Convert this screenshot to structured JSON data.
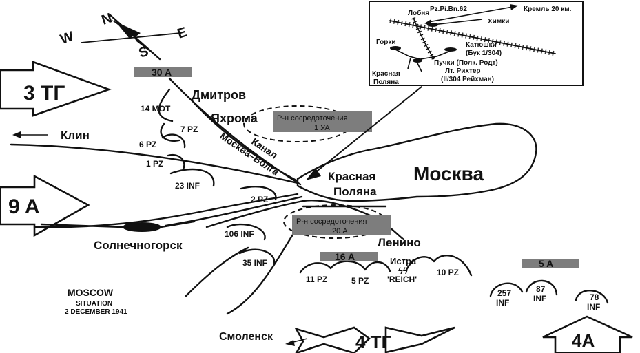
{
  "compass": {
    "n": "N",
    "s": "S",
    "w": "W",
    "e": "E"
  },
  "armies": {
    "a30": "30 A",
    "tg3": "3 ТГ",
    "a9": "9 A",
    "a16": "16 A",
    "a5": "5 A",
    "tg4": "4 ТГ",
    "a4": "4A"
  },
  "concentration": {
    "first_line1": "Р-н сосредоточения",
    "first_line2": "1 УА",
    "second_line1": "Р-н сосредоточения",
    "second_line2": "20 А"
  },
  "places": {
    "dmitrov": "Дмитров",
    "yakhroma": "Яхрома",
    "klin": "Клин",
    "canal_line1": "Канал",
    "canal_line2": "Москва–Волга",
    "krasnaya_line1": "Красная",
    "krasnaya_line2": "Поляна",
    "moskva": "Москва",
    "solnechnogorsk": "Солнечногорск",
    "lenino": "Ленино",
    "istra": "Истра",
    "smolensk": "Смоленск"
  },
  "units": {
    "u14mot": "14 MOT",
    "u7pz": "7 PZ",
    "u6pz": "6 PZ",
    "u1pz": "1 PZ",
    "u23inf": "23 INF",
    "u2pz": "2 PZ",
    "u106inf": "106 INF",
    "u35inf": "35 INF",
    "u11pz": "11 PZ",
    "u5pz": "5 PZ",
    "reich": "'REICH'",
    "u10pz": "10 PZ",
    "u257_1": "257",
    "u257_2": "INF",
    "u87_1": "87",
    "u87_2": "INF",
    "u78_1": "78",
    "u78_2": "INF",
    "ss_mark": "ϟϟ"
  },
  "legend": {
    "line1": "MOSCOW",
    "line2": "SITUATION",
    "line3": "2 DECEMBER 1941"
  },
  "inset": {
    "pzpibn": "Pz.Pi.Bn.62",
    "kreml": "Кремль 20 км.",
    "lobnya": "Лобня",
    "khimki": "Химки",
    "gorki": "Горки",
    "katyushki_line1": "Катюшки",
    "katyushki_line2": "(Бук 1/304)",
    "puchki": "Пучки (Полк. Родт)",
    "richter_line1": "Лт. Рихтер",
    "richter_line2": "(II/304 Рейхман)",
    "krasnaya_line1": "Красная",
    "krasnaya_line2": "Поляна"
  }
}
